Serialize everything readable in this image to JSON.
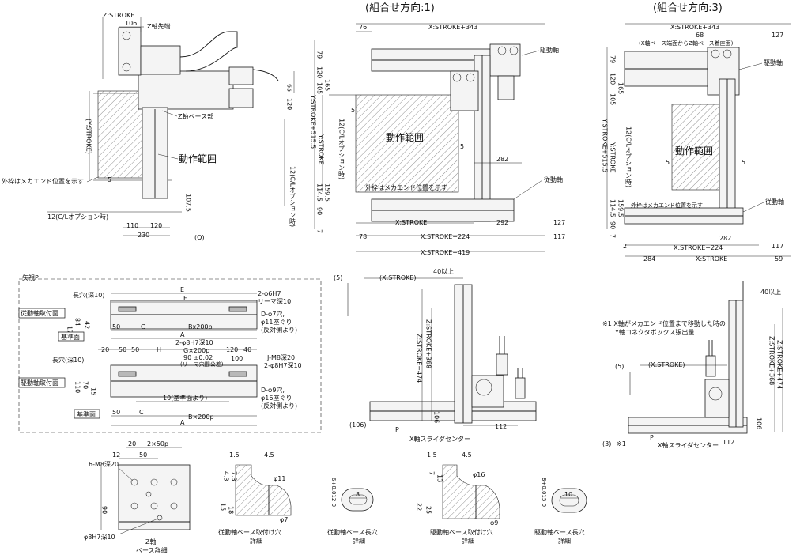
{
  "headings": {
    "orientation_1": "(組合せ方向:1)",
    "orientation_3": "(組合せ方向:3)"
  },
  "top_left_view": {
    "z_stroke": "Z:STROKE",
    "z_tip": "Z軸先端",
    "dim_106": "106",
    "dim_65": "65",
    "dim_120": "120",
    "y_stroke": "(Y:STROKE)",
    "z_base_label": "Z軸ベース部",
    "range_label": "動作範囲",
    "outer_frame_note": "外枠はメカエンド位置を示す",
    "dim_5": "5",
    "dim_107_5": "107.5",
    "cl_option": "12(C/Lオプション時)",
    "cl_option_v": "12(C/Lオプション時)",
    "dim_110": "110",
    "dim_120b": "120",
    "dim_230": "230",
    "q_label": "(Q)"
  },
  "view_1": {
    "x_stroke_343": "X:STROKE+343",
    "dim_76": "76",
    "drive_shaft": "駆動軸",
    "follow_shaft": "従動軸",
    "dim_120": "120",
    "dim_165": "165",
    "dim_105": "105",
    "dim_79": "79",
    "y_stroke_515": "Y:STROKE+515.5",
    "y_stroke": "Y:STROKE",
    "cl_option": "12(C/Lオプション時)",
    "dim_5": "5",
    "range_label": "動作範囲",
    "dim_282": "282",
    "outer_frame_note": "外枠はメカエンド位置を示す",
    "dim_159_5": "159.5",
    "dim_114_5": "114.5",
    "dim_90": "90",
    "dim_7": "7",
    "x_stroke": "X:STROKE",
    "dim_292": "292",
    "dim_127": "127",
    "dim_78": "78",
    "x_stroke_224": "X:STROKE+224",
    "dim_117": "117",
    "x_stroke_419": "X:STROKE+419"
  },
  "view_3": {
    "x_stroke_343": "X:STROKE+343",
    "dim_68": "68",
    "dim_127": "127",
    "note": "(X軸ベース端面からZ軸ベース着座面)",
    "drive_shaft": "駆動軸",
    "follow_shaft": "従動軸",
    "y_stroke_515": "Y:STROKE+515.5",
    "y_stroke": "Y:STROKE",
    "cl_option": "12(C/Lオプション時)",
    "range_label": "動作範囲",
    "outer_frame_note": "外枠はメカエンド位置を示す",
    "dim_5": "5",
    "dim_79": "79",
    "dim_120": "120",
    "dim_165": "165",
    "dim_105": "105",
    "dim_159_5": "159.5",
    "dim_114_5": "114.5",
    "dim_90": "90",
    "dim_7": "7",
    "dim_282": "282",
    "dim_2": "2",
    "x_stroke_224": "X:STROKE+224",
    "dim_117": "117",
    "dim_284": "284",
    "x_stroke": "X:STROKE",
    "dim_59": "59"
  },
  "view_p": {
    "title": "矢視P",
    "slot_label": "長穴(深10)",
    "dim_E": "E",
    "dim_F": "F",
    "pin_hole": "2-φ6H7",
    "pin_hole2": "リーマ深10",
    "follow_mount": "従動軸取付面",
    "counterbore1": "D-φ7穴,",
    "counterbore1b": "φ11座ぐり",
    "counterbore1c": "(反対側より)",
    "dim_84": "84",
    "dim_42": "42",
    "dim_17": "17",
    "dim_50": "50",
    "dim_C": "C",
    "bx200": "Bx200p",
    "dim_A": "A",
    "datum_face": "基準面",
    "pin_hole_drive": "2-φ8H7深10",
    "g_pitch": "G×200p",
    "tol": "90 ±0.02",
    "tol_note": "(リーマ穴間公差)",
    "dim_20": "20",
    "dim_50b": "50",
    "dim_50c": "50",
    "dim_H": "H",
    "dim_120": "120",
    "dim_40": "40",
    "slot_label2": "長穴(深10)",
    "j_tap": "J-M8深20",
    "pin_2": "2-φ8H7深10",
    "drive_mount": "駆動軸取付面",
    "dim_110": "110",
    "dim_70": "70",
    "dim_15": "15",
    "dim_100": "100",
    "counterbore2": "D-φ9穴,",
    "counterbore2b": "φ16座ぐり",
    "counterbore2c": "(反対側より)",
    "datum_10": "10(基準面より)",
    "datum_face2": "基準面",
    "bx200b": "B×200p"
  },
  "side_view_1": {
    "dim_5": "(5)",
    "x_stroke": "(X:STROKE)",
    "over_40": "40以上",
    "z_474": "Z:STROKE+474",
    "z_368": "Z:STROKE+368",
    "dim_106": "(106)",
    "dim_106b": "106",
    "dim_112": "112",
    "p_arrow": "P",
    "slider_center": "X軸スライダセンター"
  },
  "side_view_3": {
    "note1": "※1 X軸がメカエンド位置まで移動した時の",
    "note2": "Y軸コネクタボックス張出量",
    "dim_5": "(5)",
    "x_stroke": "(X:STROKE)",
    "over_40": "40以上",
    "z_368": "Z:STROKE+368",
    "z_474": "Z:STROKE+474",
    "dim_3": "(3)",
    "mark1": "※1",
    "p_arrow": "P",
    "slider_center": "X軸スライダセンター",
    "dim_112": "112",
    "dim_106": "106"
  },
  "z_detail": {
    "dim_20": "20",
    "pitch": "2×50p",
    "dim_12": "12",
    "dim_50": "50",
    "tap": "6-M8深20",
    "dim_90": "90",
    "pin": "φ8H7深10",
    "caption1": "Z軸",
    "caption2": "ベース詳細"
  },
  "follow_mount_detail": {
    "dim_1_5": "1.5",
    "dim_4_5": "4.5",
    "dim_4_3": "4.3",
    "dim_7_3": "7.3",
    "phi11": "φ11",
    "dim_15": "15",
    "dim_18": "18",
    "phi7": "φ7",
    "caption1": "従動軸ベース取付け穴",
    "caption2": "詳細"
  },
  "follow_slot_detail": {
    "dim_8": "8",
    "tol": "6+0.012 0",
    "caption1": "従動軸ベース長穴",
    "caption2": "詳細"
  },
  "drive_mount_detail": {
    "dim_1_5": "1.5",
    "dim_4_5": "4.5",
    "dim_7": "7",
    "dim_13": "13",
    "phi16": "φ16",
    "dim_22": "22",
    "dim_25": "25",
    "phi9": "φ9",
    "caption1": "駆動軸ベース取付け穴",
    "caption2": "詳細"
  },
  "drive_slot_detail": {
    "dim_10": "10",
    "tol": "8+0.015 0",
    "caption1": "駆動軸ベース長穴",
    "caption2": "詳細"
  }
}
